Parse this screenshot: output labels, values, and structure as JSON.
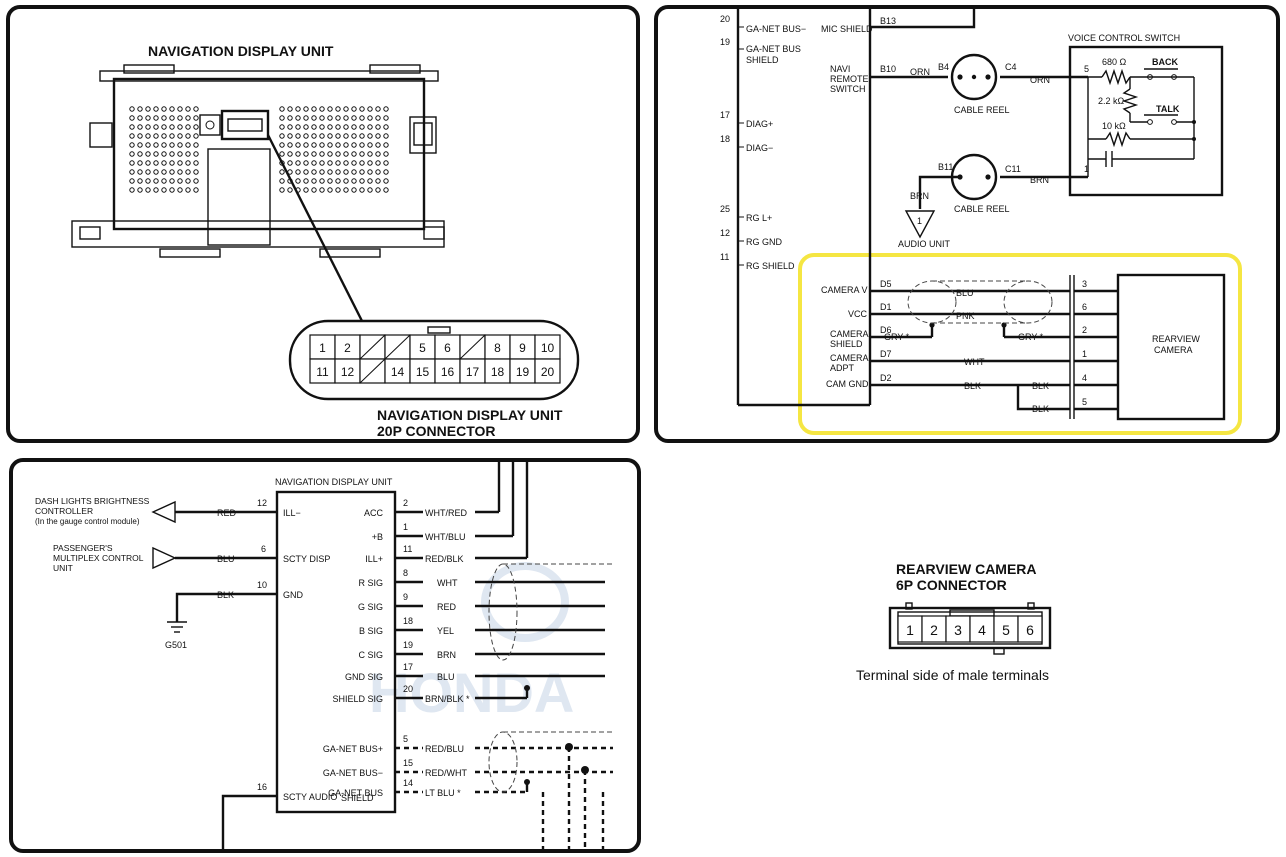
{
  "nav_unit": {
    "title": "NAVIGATION DISPLAY UNIT",
    "connector_caption_1": "NAVIGATION DISPLAY UNIT",
    "connector_caption_2": "20P CONNECTOR",
    "top_row": [
      "1",
      "2",
      "",
      "",
      "5",
      "6",
      "",
      "8",
      "9",
      "10"
    ],
    "bottom_row": [
      "11",
      "12",
      "",
      "14",
      "15",
      "16",
      "17",
      "18",
      "19",
      "20"
    ]
  },
  "camera_schematic": {
    "left_labels": {
      "ga_net_bus_minus": "GA-NET BUS−",
      "ga_net_bus_shield_1": "GA-NET BUS",
      "ga_net_bus_shield_2": "SHIELD",
      "diag_plus": "DIAG+",
      "diag_minus": "DIAG−",
      "rg_l_plus": "RG L+",
      "rg_gnd": "RG GND",
      "rg_shield": "RG SHIELD",
      "pin_20": "20",
      "pin_19": "19",
      "pin_17": "17",
      "pin_18": "18",
      "pin_25": "25",
      "pin_12": "12",
      "pin_11": "11"
    },
    "mic_shield": "MIC SHIELD",
    "navi_remote_switch": [
      "NAVI",
      "REMOTE",
      "SWITCH"
    ],
    "pins": {
      "b13": "B13",
      "b10": "B10",
      "b11": "B11",
      "b4": "B4",
      "c4": "C4",
      "c11": "C11"
    },
    "cable_reel": "CABLE REEL",
    "voice_control_switch": "VOICE CONTROL SWITCH",
    "vcs_pins": {
      "p5": "5",
      "p1": "1"
    },
    "resistors": [
      "680 Ω",
      "2.2 kΩ",
      "10 kΩ"
    ],
    "back": "BACK",
    "talk": "TALK",
    "audio_unit": "AUDIO UNIT",
    "audio_unit_pin": "1",
    "wire_colors": {
      "orn": "ORN",
      "brn": "BRN",
      "blu": "BLU",
      "pnk": "PNK",
      "gry": "GRY *",
      "wht": "WHT",
      "blk": "BLK"
    },
    "camera_rows": [
      {
        "name": "CAMERA V",
        "pin": "D5",
        "term": "3"
      },
      {
        "name": "VCC",
        "pin": "D1",
        "term": "6"
      },
      {
        "name": "CAMERA SHIELD",
        "pin": "D6",
        "term": "2"
      },
      {
        "name": "CAMERA ADPT",
        "pin": "D7",
        "term": "1"
      },
      {
        "name": "CAM GND",
        "pin": "D2",
        "term": "4"
      },
      {
        "name": "",
        "pin": "",
        "term": "5"
      }
    ],
    "shield_line_1": "CAMERA",
    "shield_line_2": "SHIELD",
    "adpt_line_1": "CAMERA",
    "adpt_line_2": "ADPT",
    "rearview_camera": [
      "REARVIEW",
      "CAMERA"
    ],
    "highlight_color": "#f5e642"
  },
  "nav_schematic": {
    "unit_title": "NAVIGATION DISPLAY UNIT",
    "dash_lights": [
      "DASH LIGHTS BRIGHTNESS",
      "CONTROLLER",
      "(In the gauge control module)"
    ],
    "pmcu": [
      "PASSENGER'S",
      "MULTIPLEX CONTROL",
      "UNIT"
    ],
    "ground": "G501",
    "left_pins": [
      {
        "wire": "RED",
        "pin": "12",
        "label": "ILL−"
      },
      {
        "wire": "BLU",
        "pin": "6",
        "label": "SCTY DISP"
      },
      {
        "wire": "BLK",
        "pin": "10",
        "label": "GND"
      },
      {
        "wire": "",
        "pin": "16",
        "label": "SCTY AUDIO"
      }
    ],
    "right_pins": [
      {
        "label": "ACC",
        "pin": "2",
        "wire": "WHT/RED"
      },
      {
        "label": "+B",
        "pin": "1",
        "wire": "WHT/BLU"
      },
      {
        "label": "ILL+",
        "pin": "11",
        "wire": "RED/BLK"
      },
      {
        "label": "R SIG",
        "pin": "8",
        "wire": "WHT"
      },
      {
        "label": "G SIG",
        "pin": "9",
        "wire": "RED"
      },
      {
        "label": "B SIG",
        "pin": "18",
        "wire": "YEL"
      },
      {
        "label": "C SIG",
        "pin": "19",
        "wire": "BRN"
      },
      {
        "label": "GND SIG",
        "pin": "17",
        "wire": "BLU"
      },
      {
        "label": "SHIELD SIG",
        "pin": "20",
        "wire": "BRN/BLK *"
      },
      {
        "label": "GA-NET BUS+",
        "pin": "5",
        "wire": "RED/BLU"
      },
      {
        "label": "GA-NET BUS−",
        "pin": "15",
        "wire": "RED/WHT"
      },
      {
        "label": "GA-NET BUS",
        "pin": "14",
        "wire": "LT BLU *"
      }
    ],
    "ga_net_shield_line2": "SHIELD",
    "watermark": "HONDA"
  },
  "rear_connector": {
    "title_1": "REARVIEW CAMERA",
    "title_2": "6P CONNECTOR",
    "terminals": [
      "1",
      "2",
      "3",
      "4",
      "5",
      "6"
    ],
    "caption": "Terminal side of male terminals"
  }
}
